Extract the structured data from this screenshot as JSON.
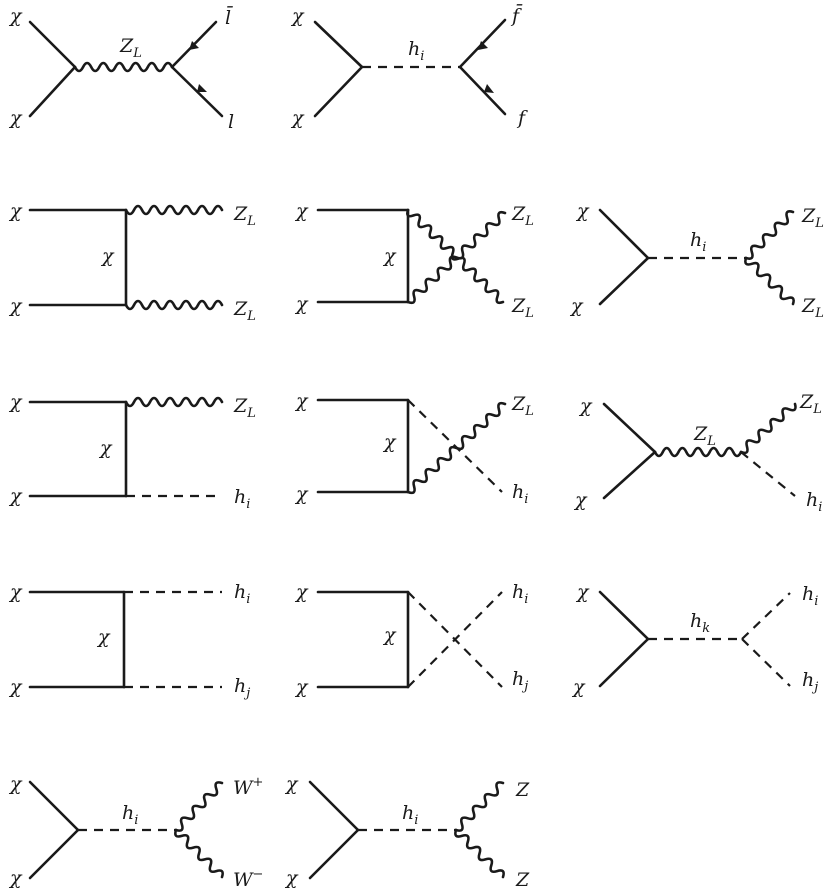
{
  "diagrams": [
    {
      "id": "chichi-to-llbar-zl",
      "labels": {
        "in1": "χ",
        "in2": "χ",
        "mediator": "Z",
        "mediator_sub": "L",
        "out1": "l̄",
        "out2": "l"
      }
    },
    {
      "id": "chichi-to-ffbar-h",
      "labels": {
        "in1": "χ",
        "in2": "χ",
        "mediator": "h",
        "mediator_sub": "i",
        "out1": "f̄",
        "out2": "f"
      }
    },
    {
      "id": "chichi-to-zlzl-t",
      "labels": {
        "in1": "χ",
        "in2": "χ",
        "prop": "χ",
        "out1": "Z",
        "out1_sub": "L",
        "out2": "Z",
        "out2_sub": "L"
      }
    },
    {
      "id": "chichi-to-zlzl-u",
      "labels": {
        "in1": "χ",
        "in2": "χ",
        "prop": "χ",
        "out1": "Z",
        "out1_sub": "L",
        "out2": "Z",
        "out2_sub": "L"
      }
    },
    {
      "id": "chichi-to-zlzl-s",
      "labels": {
        "in1": "χ",
        "in2": "χ",
        "mediator": "h",
        "mediator_sub": "i",
        "out1": "Z",
        "out1_sub": "L",
        "out2": "Z",
        "out2_sub": "L"
      }
    },
    {
      "id": "chichi-to-zlh-t",
      "labels": {
        "in1": "χ",
        "in2": "χ",
        "prop": "χ",
        "out1": "Z",
        "out1_sub": "L",
        "out2": "h",
        "out2_sub": "i"
      }
    },
    {
      "id": "chichi-to-zlh-u",
      "labels": {
        "in1": "χ",
        "in2": "χ",
        "prop": "χ",
        "out1": "Z",
        "out1_sub": "L",
        "out2": "h",
        "out2_sub": "i"
      }
    },
    {
      "id": "chichi-to-zlh-s",
      "labels": {
        "in1": "χ",
        "in2": "χ",
        "mediator": "Z",
        "mediator_sub": "L",
        "out1": "Z",
        "out1_sub": "L",
        "out2": "h",
        "out2_sub": "i"
      }
    },
    {
      "id": "chichi-to-hh-t",
      "labels": {
        "in1": "χ",
        "in2": "χ",
        "prop": "χ",
        "out1": "h",
        "out1_sub": "i",
        "out2": "h",
        "out2_sub": "j"
      }
    },
    {
      "id": "chichi-to-hh-u",
      "labels": {
        "in1": "χ",
        "in2": "χ",
        "prop": "χ",
        "out1": "h",
        "out1_sub": "i",
        "out2": "h",
        "out2_sub": "j"
      }
    },
    {
      "id": "chichi-to-hh-s",
      "labels": {
        "in1": "χ",
        "in2": "χ",
        "mediator": "h",
        "mediator_sub": "k",
        "out1": "h",
        "out1_sub": "i",
        "out2": "h",
        "out2_sub": "j"
      }
    },
    {
      "id": "chichi-to-ww-s",
      "labels": {
        "in1": "χ",
        "in2": "χ",
        "mediator": "h",
        "mediator_sub": "i",
        "out1": "W",
        "out1_sup": "+",
        "out2": "W",
        "out2_sup": "−"
      }
    },
    {
      "id": "chichi-to-zz-s",
      "labels": {
        "in1": "χ",
        "in2": "χ",
        "mediator": "h",
        "mediator_sub": "i",
        "out1": "Z",
        "out2": "Z"
      }
    }
  ]
}
